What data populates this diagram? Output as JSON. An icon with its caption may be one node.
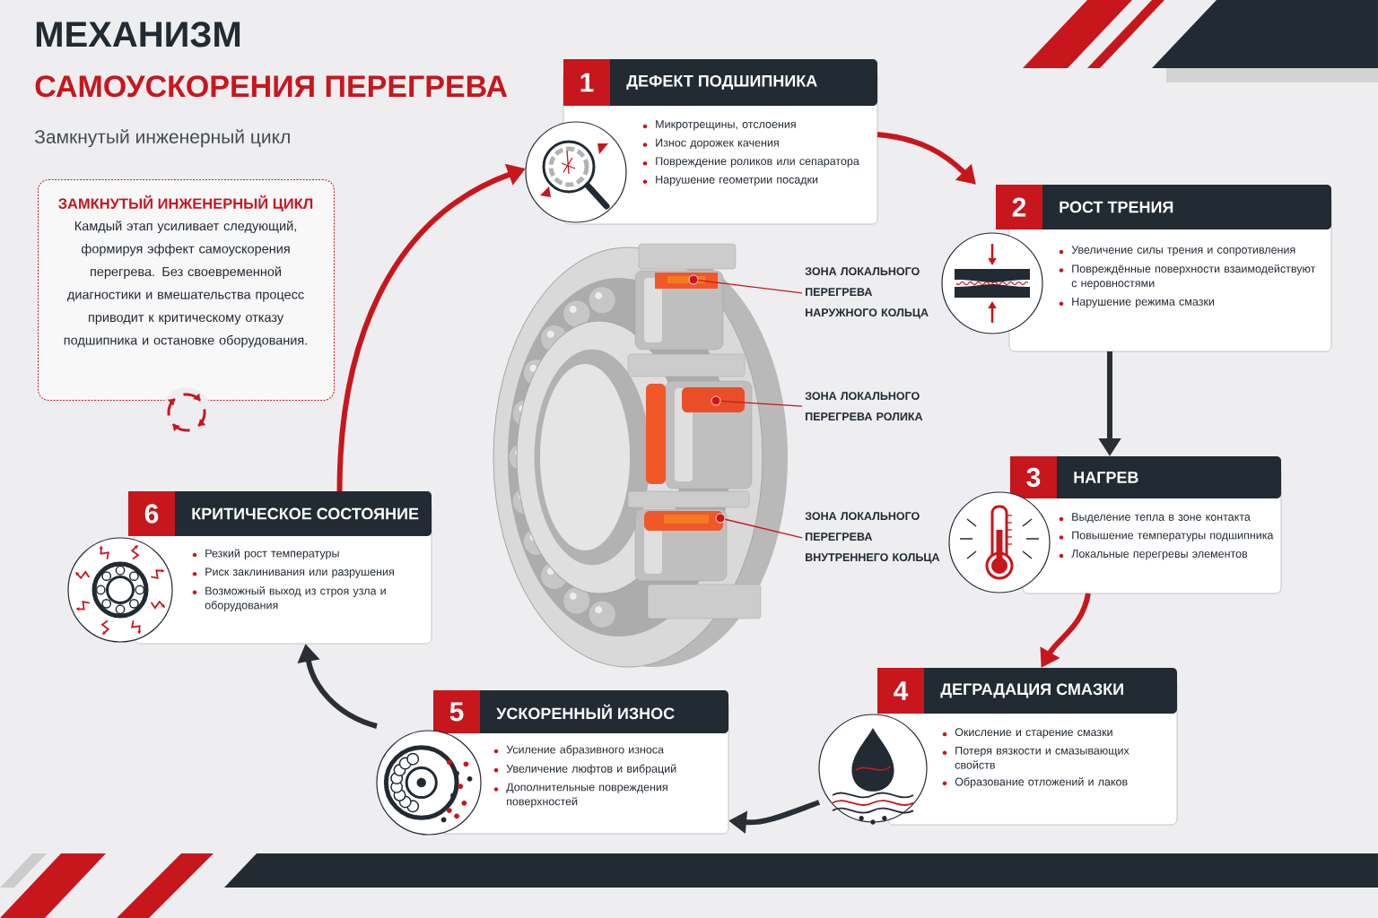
{
  "diagram": {
    "title": "МЕХАНИЗМ",
    "nodes": [
      {
        "text": [
          "1",
          "ДЕФЕКТ ПОДШИПНИКА",
          "Микротрещины, отслоения",
          "Износ дорожек качения",
          "Повреждение роликов или сепаратора",
          "Нарушение геометрии посадки"
        ]
      },
      {
        "text": [
          "2",
          "РОСТ ТРЕНИЯ",
          "Увеличение силы трения и сопротивления",
          "Повреждённые поверхности взаимодействуют с неровностями",
          "Нарушение режима смазки"
        ]
      },
      {
        "text": [
          "3",
          "НАГРЕВ",
          "Выделение тепла в зоне контакта",
          "Повышение температуры подшипника",
          "Локальные перегревы элементов"
        ]
      },
      {
        "text": [
          "4",
          "ДЕГРАДАЦИЯ СМАЗКИ",
          "Окисление и старение смазки",
          "Потеря вязкости и смазывающих свойств",
          "Образование отложений и лаков"
        ]
      },
      {
        "text": [
          "5",
          "УСКОРЕННЫЙ ИЗНОС",
          "Усиление абразивного износа",
          "Увеличение люфтов и вибраций",
          "Дополнительные повреждения поверхностей"
        ]
      },
      {
        "text": [
          "6",
          "КРИТИЧЕСКОЕ СОСТОЯНИЕ",
          "Резкий рост температуры",
          "Риск заклинивания или разрушения",
          "Возможный выход из строя узла и оборудования"
        ]
      },
      {
        "text": [
          "ЗАМКНУТЫЙ ИНЖЕНЕРНЫЙ ЦИКЛ",
          "Камдый этап усиливает следующий, формируя эффект самоускорения перегрева. Без своевременной диагностики и вмешательства процесс приводит к критическому отказу подшипника и остановке оборудования."
        ]
      },
      {
        "text": [
          "ЗОНА ЛОКАЛЬНОГО ПЕРЕГРЕВА НАРУЖНОГО КОЛЬЦА"
        ]
      },
      {
        "text": [
          "ЗОНА ЛОКАЛЬНОГО ПЕРЕГРЕВА РОЛИКА"
        ]
      },
      {
        "text": [
          "ЗОНА ЛОКАЛЬНОГО ПЕРЕГРЕВА ВНУТРЕННЕГО КОЛЬЦА"
        ]
      },
      {
        "text": [],
        "shape": "circle"
      },
      {
        "text": [],
        "shape": "circle"
      },
      {
        "text": [],
        "shape": "circle"
      }
    ],
    "edges": [
      {
        "from": 0,
        "to": 1,
        "arrow": "to"
      },
      {
        "from": 1,
        "to": 2,
        "arrow": "to",
        "color": "#2a2f36"
      },
      {
        "from": 2,
        "to": 3,
        "arrow": "to"
      },
      {
        "from": 3,
        "to": 4,
        "arrow": "to",
        "color": "#2a2f36"
      },
      {
        "from": 4,
        "to": 5,
        "arrow": "to",
        "color": "#2a2f36"
      },
      {
        "from": 5,
        "to": 0,
        "arrow": "to"
      },
      {
        "from": 7,
        "to": 10,
        "arrow": "none"
      },
      {
        "from": 8,
        "to": 11,
        "arrow": "none"
      },
      {
        "from": 9,
        "to": 12,
        "arrow": "none"
      }
    ],
    "labels": [
      "САМОУСКОРЕНИЯ ПЕРЕГРЕВА",
      "Замкнутый инженерный цикл"
    ]
  }
}
